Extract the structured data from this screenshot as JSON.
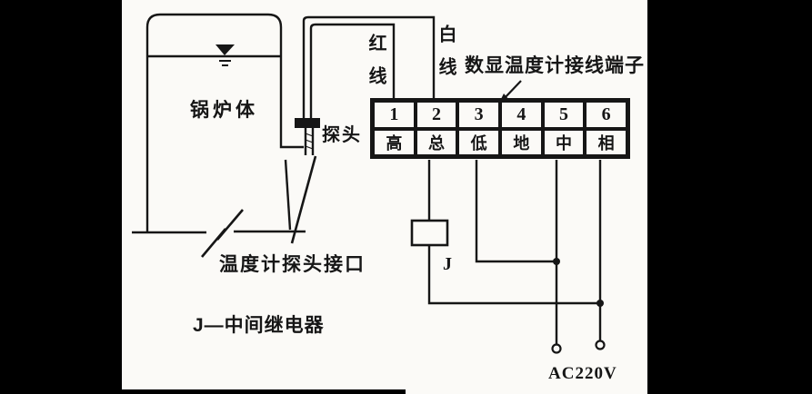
{
  "colors": {
    "ink": "#161616",
    "paper": "#fbfaf7",
    "background": "#000000"
  },
  "boiler": {
    "label": "锅炉体"
  },
  "probe": {
    "label": "探头",
    "interface_label": "温度计探头接口"
  },
  "wires": {
    "red_label": "红线",
    "white_label": "白线"
  },
  "terminal_block": {
    "title": "数显温度计接线端子",
    "numbers": [
      "1",
      "2",
      "3",
      "4",
      "5",
      "6"
    ],
    "labels": [
      "高",
      "总",
      "低",
      "地",
      "中",
      "相"
    ]
  },
  "relay": {
    "symbol": "J",
    "legend": "J—中间继电器"
  },
  "power": {
    "label": "AC220V"
  }
}
